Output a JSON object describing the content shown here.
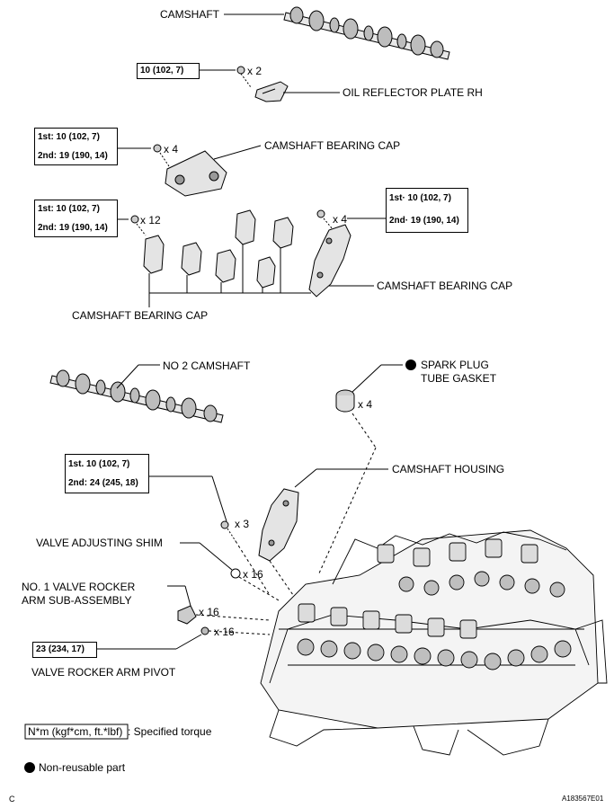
{
  "labels": {
    "camshaft": "CAMSHAFT",
    "oil_reflector": "OIL REFLECTOR PLATE RH",
    "bearing_cap_top": "CAMSHAFT BEARING CAP",
    "bearing_cap_right": "CAMSHAFT BEARING CAP",
    "bearing_cap_bottom": "CAMSHAFT BEARING CAP",
    "no2_camshaft": "NO  2 CAMSHAFT",
    "spark_plug_1": "SPARK PLUG",
    "spark_plug_2": "TUBE GASKET",
    "camshaft_housing": "CAMSHAFT HOUSING",
    "valve_shim": "VALVE ADJUSTING SHIM",
    "rocker_arm_1": "NO. 1 VALVE ROCKER",
    "rocker_arm_2": "ARM SUB-ASSEMBLY",
    "rocker_pivot": "VALVE ROCKER ARM PIVOT"
  },
  "quantities": {
    "oil_reflector_bolts": "x 2",
    "bearing_cap_top_bolts": "x 4",
    "bearing_cap_left_bolts": "x 12",
    "bearing_cap_right_bolts": "x 4",
    "spark_plug_gasket": "x 4",
    "housing_bolts": "x 3",
    "shim": "x 16",
    "rocker_arm": "x 16",
    "pivot": "x 16"
  },
  "torque": {
    "oil_reflector": "10 (102, 7)",
    "bearing_cap_top": {
      "first": "1st: 10 (102, 7)",
      "second": "2nd: 19 (190, 14)"
    },
    "bearing_cap_left": {
      "first": "1st: 10 (102, 7)",
      "second": "2nd: 19 (190, 14)"
    },
    "bearing_cap_right": {
      "first": "1st· 10 (102, 7)",
      "second": "2nd· 19 (190, 14)"
    },
    "housing": {
      "first": "1st. 10 (102, 7)",
      "second": "2nd: 24 (245, 18)"
    },
    "pivot": "23 (234, 17)"
  },
  "legend": {
    "torque_unit": "N*m (kgf*cm, ft.*lbf)",
    "torque_desc": ": Specified torque",
    "non_reusable": "Non-reusable part"
  },
  "footer": {
    "left": "C",
    "right": "A183567E01"
  }
}
